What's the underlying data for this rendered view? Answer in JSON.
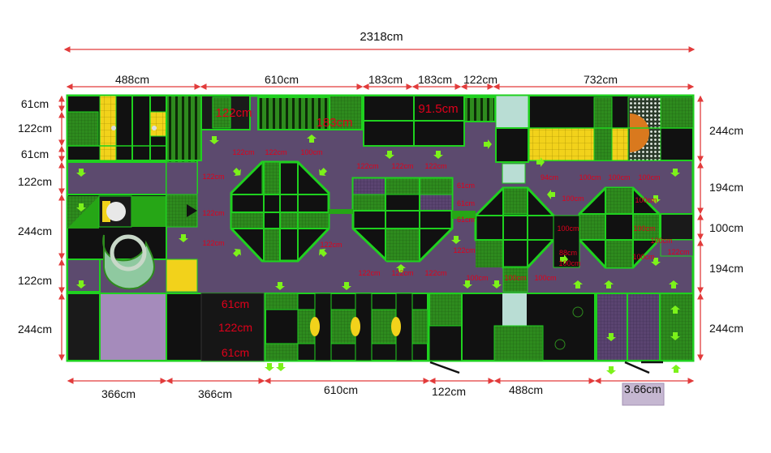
{
  "colors": {
    "dimension_line": "#e23b3b",
    "dimension_text": "#111111",
    "inner_label": "#e0001b",
    "floor": "#5c4a6e",
    "frame": "#1fd11f",
    "panel_dark": "#1a1a1a",
    "panel_green": "#2e8b1e",
    "net_purple": "#7a5b8f",
    "yellow": "#f2d21b",
    "orange": "#d9791e",
    "glass": "#b9ddd4",
    "arrow": "#7cf21a"
  },
  "dimensions": {
    "total_width": "2318cm",
    "top_segments": [
      "488cm",
      "610cm",
      "183cm",
      "183cm",
      "122cm",
      "732cm"
    ],
    "bottom_segments": [
      "366cm",
      "366cm",
      "610cm",
      "122cm",
      "488cm",
      "3.66cm"
    ],
    "left_segments": [
      "61cm",
      "122cm",
      "61cm",
      "122cm",
      "244cm",
      "122cm",
      "244cm"
    ],
    "right_segments": [
      "244cm",
      "194cm",
      "100cm",
      "194cm",
      "244cm"
    ]
  },
  "inner_labels": {
    "top_122": "122cm",
    "top_183": "183cm",
    "top_915": "91.5cm",
    "bottom_left": [
      "61cm",
      "122cm",
      "61cm"
    ],
    "oct1_top": [
      "122cm",
      "122cm",
      "100cm"
    ],
    "oct1_left": [
      "122cm",
      "122cm",
      "122cm"
    ],
    "oct1_right": "122cm",
    "tri_top": [
      "122cm",
      "122cm",
      "122cm"
    ],
    "tri_bottom": [
      "122cm",
      "122cm",
      "122cm"
    ],
    "tri_right": [
      "61cm",
      "61cm",
      "61cm",
      "122cm"
    ],
    "oct2_top": "94cm",
    "oct2_mid": [
      "100cm",
      "100cm",
      "100cm"
    ],
    "oct2_lower": [
      "88cm",
      "100cm"
    ],
    "oct2_bottom": [
      "100cm",
      "100cm",
      "100cm"
    ],
    "oct3_top": [
      "100cm",
      "100cm",
      "100cm"
    ],
    "oct3_right": [
      "100cm",
      "100cm",
      "100cm",
      "122cm"
    ]
  }
}
